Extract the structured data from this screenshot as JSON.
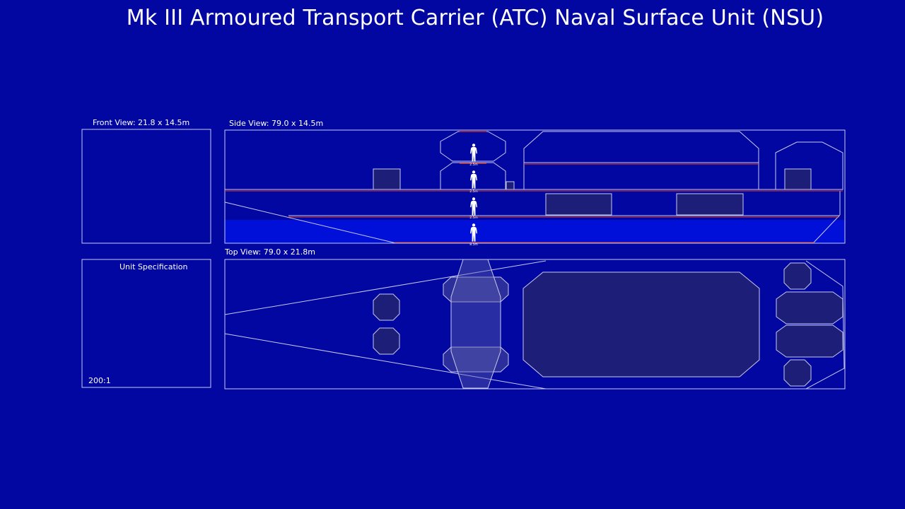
{
  "title": "Mk III Armoured Transport Carrier (ATC) Naval Surface Unit (NSU)",
  "front_view": {
    "label": "Front View: 21.8 x 14.5m"
  },
  "side_view": {
    "label": "Side View: 79.0 x 14.5m",
    "deck_heights": [
      "2.5m",
      "2.5m",
      "2.5m",
      "8.5m"
    ]
  },
  "top_view": {
    "label": "Top View: 79.0 x 21.8m"
  },
  "spec_panel": {
    "heading": "Unit Specification",
    "scale": "200:1"
  },
  "colors": {
    "background": "#0107a0",
    "line": "#c8c8f0",
    "deck_line": "#e03c28",
    "panel_fill": "#1c1e78",
    "waterline_fill": "#0010d8",
    "figure": "#ffffff"
  }
}
